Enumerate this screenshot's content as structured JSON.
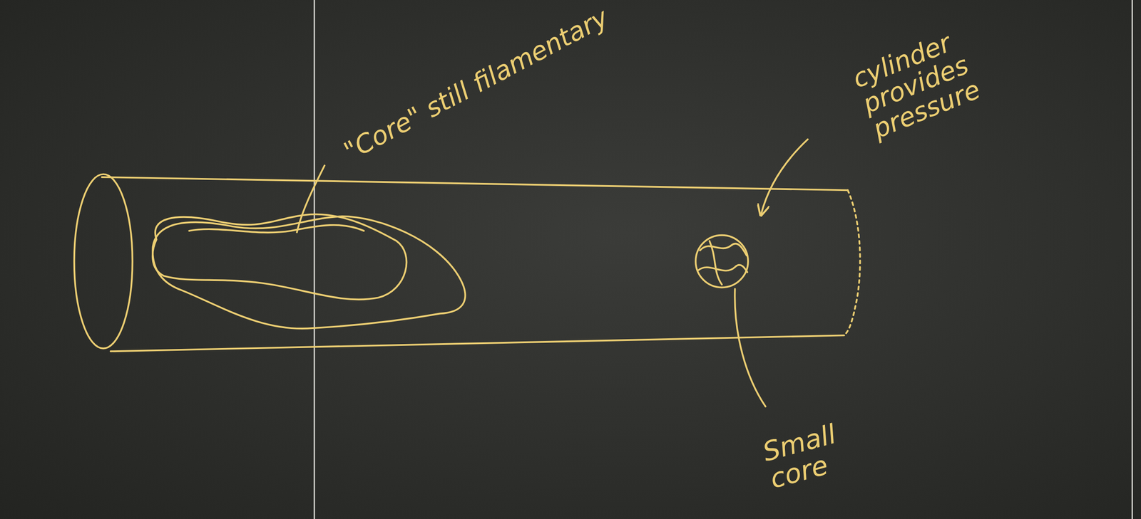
{
  "diagram": {
    "labels": [
      "\"Core\" still filamentary",
      "cylinder provides pressure",
      "Small core"
    ]
  }
}
